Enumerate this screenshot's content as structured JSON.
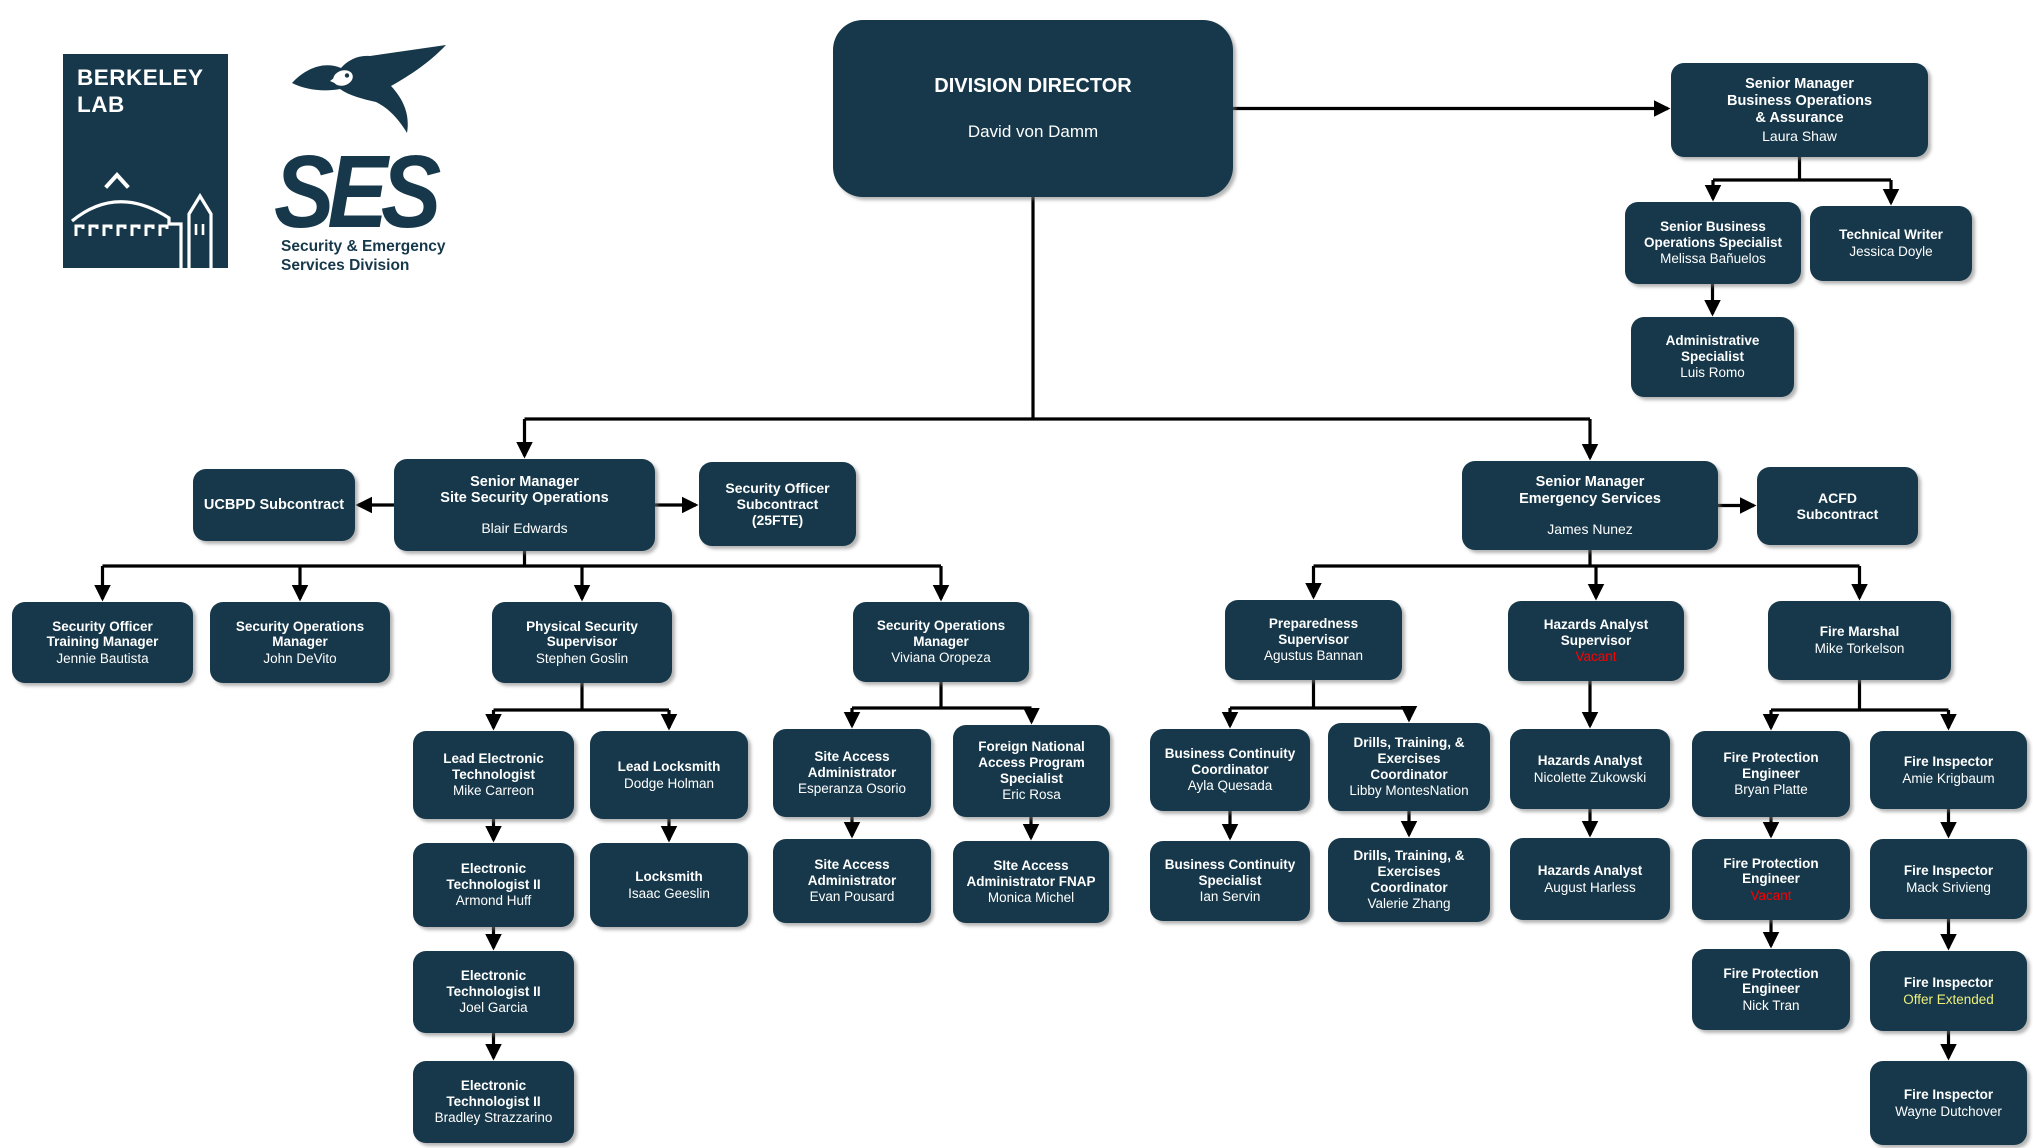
{
  "colors": {
    "box": "#16384A",
    "line": "#000000",
    "text": "#FFFFFF",
    "vacant_red": "#FE0000",
    "offer_yellow": "#EDEF7C",
    "logo_teal": "#16384A"
  },
  "logos": {
    "berkeley": {
      "line1": "BERKELEY",
      "line2": "LAB"
    },
    "ses": {
      "acronym": "SES",
      "tagline_line1": "Security & Emergency",
      "tagline_line2": "Services Division"
    }
  },
  "org": {
    "nodes": [
      {
        "id": "director",
        "title": "DIVISION DIRECTOR",
        "name": "David von Damm"
      },
      {
        "id": "sm-bus-ops",
        "title": "Senior Manager\nBusiness Operations\n& Assurance",
        "name": "Laura Shaw"
      },
      {
        "id": "sr-bus-ops-spec",
        "title": "Senior Business\nOperations Specialist",
        "name": "Melissa Bañuelos"
      },
      {
        "id": "tech-writer",
        "title": "Technical Writer",
        "name": "Jessica Doyle"
      },
      {
        "id": "admin-spec",
        "title": "Administrative\nSpecialist",
        "name": "Luis Romo"
      },
      {
        "id": "ucbpd",
        "title": "UCBPD Subcontract",
        "name": ""
      },
      {
        "id": "sm-site-sec",
        "title": "Senior Manager\nSite Security Operations",
        "name": "Blair Edwards"
      },
      {
        "id": "sec-off-sub",
        "title": "Security Officer\nSubcontract\n(25FTE)",
        "name": ""
      },
      {
        "id": "sm-emerg",
        "title": "Senior Manager\nEmergency Services",
        "name": "James Nunez"
      },
      {
        "id": "acfd",
        "title": "ACFD\nSubcontract",
        "name": ""
      },
      {
        "id": "sotm",
        "title": "Security Officer\nTraining Manager",
        "name": "Jennie Bautista"
      },
      {
        "id": "som-devito",
        "title": "Security Operations\nManager",
        "name": "John DeVito"
      },
      {
        "id": "pss",
        "title": "Physical Security\nSupervisor",
        "name": "Stephen Goslin"
      },
      {
        "id": "som-oropeza",
        "title": "Security Operations\nManager",
        "name": "Viviana Oropeza"
      },
      {
        "id": "let",
        "title": "Lead Electronic\nTechnologist",
        "name": "Mike Carreon"
      },
      {
        "id": "ll",
        "title": "Lead Locksmith",
        "name": "Dodge Holman"
      },
      {
        "id": "et2-huff",
        "title": "Electronic\nTechnologist II",
        "name": "Armond Huff"
      },
      {
        "id": "locksmith",
        "title": "Locksmith",
        "name": "Isaac Geeslin"
      },
      {
        "id": "et2-garcia",
        "title": "Electronic\nTechnologist II",
        "name": "Joel Garcia"
      },
      {
        "id": "et2-straz",
        "title": "Electronic\nTechnologist II",
        "name": "Bradley Strazzarino"
      },
      {
        "id": "saa-osorio",
        "title": "Site Access\nAdministrator",
        "name": "Esperanza Osorio"
      },
      {
        "id": "fnaps",
        "title": "Foreign National\nAccess Program\nSpecialist",
        "name": "Eric Rosa"
      },
      {
        "id": "saa-pousard",
        "title": "Site Access\nAdministrator",
        "name": "Evan Pousard"
      },
      {
        "id": "saa-fnap",
        "title": "SIte Access\nAdministrator FNAP",
        "name": "Monica Michel"
      },
      {
        "id": "prep-sup",
        "title": "Preparedness\nSupervisor",
        "name": "Agustus Bannan"
      },
      {
        "id": "bcc",
        "title": "Business Continuity\nCoordinator",
        "name": "Ayla Quesada"
      },
      {
        "id": "dtec-libby",
        "title": "Drills, Training, &\nExercises\nCoordinator",
        "name": "Libby MontesNation"
      },
      {
        "id": "bcs",
        "title": "Business Continuity\nSpecialist",
        "name": "Ian Servin"
      },
      {
        "id": "dtec-zhang",
        "title": "Drills, Training, &\nExercises\nCoordinator",
        "name": "Valerie Zhang"
      },
      {
        "id": "has",
        "title": "Hazards Analyst\nSupervisor",
        "name": "Vacant",
        "name_color": "#FE0000"
      },
      {
        "id": "ha-zukowski",
        "title": "Hazards Analyst",
        "name": "Nicolette Zukowski"
      },
      {
        "id": "ha-harless",
        "title": "Hazards Analyst",
        "name": "August Harless"
      },
      {
        "id": "fire-marshal",
        "title": "Fire Marshal",
        "name": "Mike Torkelson"
      },
      {
        "id": "fpe-platte",
        "title": "Fire Protection\nEngineer",
        "name": "Bryan Platte"
      },
      {
        "id": "fi-krigbaum",
        "title": "Fire Inspector",
        "name": "Amie Krigbaum"
      },
      {
        "id": "fpe-vacant",
        "title": "Fire Protection\nEngineer",
        "name": "Vacant",
        "name_color": "#FE0000"
      },
      {
        "id": "fi-srivieng",
        "title": "Fire Inspector",
        "name": "Mack Srivieng"
      },
      {
        "id": "fpe-tran",
        "title": "Fire Protection\nEngineer",
        "name": "Nick Tran"
      },
      {
        "id": "fi-offer",
        "title": "Fire Inspector",
        "name": "Offer Extended",
        "name_color": "#EDEF7C"
      },
      {
        "id": "fi-dutchover",
        "title": "Fire Inspector",
        "name": "Wayne Dutchover"
      }
    ],
    "edges": [
      {
        "parent": "director",
        "children": [
          "sm-bus-ops",
          "sm-site-sec",
          "sm-emerg"
        ]
      },
      {
        "parent": "sm-bus-ops",
        "children": [
          "sr-bus-ops-spec",
          "tech-writer"
        ]
      },
      {
        "parent": "sr-bus-ops-spec",
        "children": [
          "admin-spec"
        ]
      },
      {
        "parent": "sm-site-sec",
        "children": [
          "ucbpd",
          "sec-off-sub",
          "sotm",
          "som-devito",
          "pss",
          "som-oropeza"
        ]
      },
      {
        "parent": "pss",
        "children": [
          "let",
          "ll"
        ]
      },
      {
        "parent": "let",
        "children": [
          "et2-huff"
        ]
      },
      {
        "parent": "ll",
        "children": [
          "locksmith"
        ]
      },
      {
        "parent": "et2-huff",
        "children": [
          "et2-garcia"
        ]
      },
      {
        "parent": "et2-garcia",
        "children": [
          "et2-straz"
        ]
      },
      {
        "parent": "som-oropeza",
        "children": [
          "saa-osorio",
          "fnaps"
        ]
      },
      {
        "parent": "saa-osorio",
        "children": [
          "saa-pousard"
        ]
      },
      {
        "parent": "fnaps",
        "children": [
          "saa-fnap"
        ]
      },
      {
        "parent": "sm-emerg",
        "children": [
          "acfd",
          "prep-sup",
          "has",
          "fire-marshal"
        ]
      },
      {
        "parent": "prep-sup",
        "children": [
          "bcc",
          "dtec-libby"
        ]
      },
      {
        "parent": "bcc",
        "children": [
          "bcs"
        ]
      },
      {
        "parent": "dtec-libby",
        "children": [
          "dtec-zhang"
        ]
      },
      {
        "parent": "has",
        "children": [
          "ha-zukowski"
        ]
      },
      {
        "parent": "ha-zukowski",
        "children": [
          "ha-harless"
        ]
      },
      {
        "parent": "fire-marshal",
        "children": [
          "fpe-platte",
          "fi-krigbaum"
        ]
      },
      {
        "parent": "fpe-platte",
        "children": [
          "fpe-vacant"
        ]
      },
      {
        "parent": "fpe-vacant",
        "children": [
          "fpe-tran"
        ]
      },
      {
        "parent": "fi-krigbaum",
        "children": [
          "fi-srivieng"
        ]
      },
      {
        "parent": "fi-srivieng",
        "children": [
          "fi-offer"
        ]
      },
      {
        "parent": "fi-offer",
        "children": [
          "fi-dutchover"
        ]
      }
    ]
  }
}
